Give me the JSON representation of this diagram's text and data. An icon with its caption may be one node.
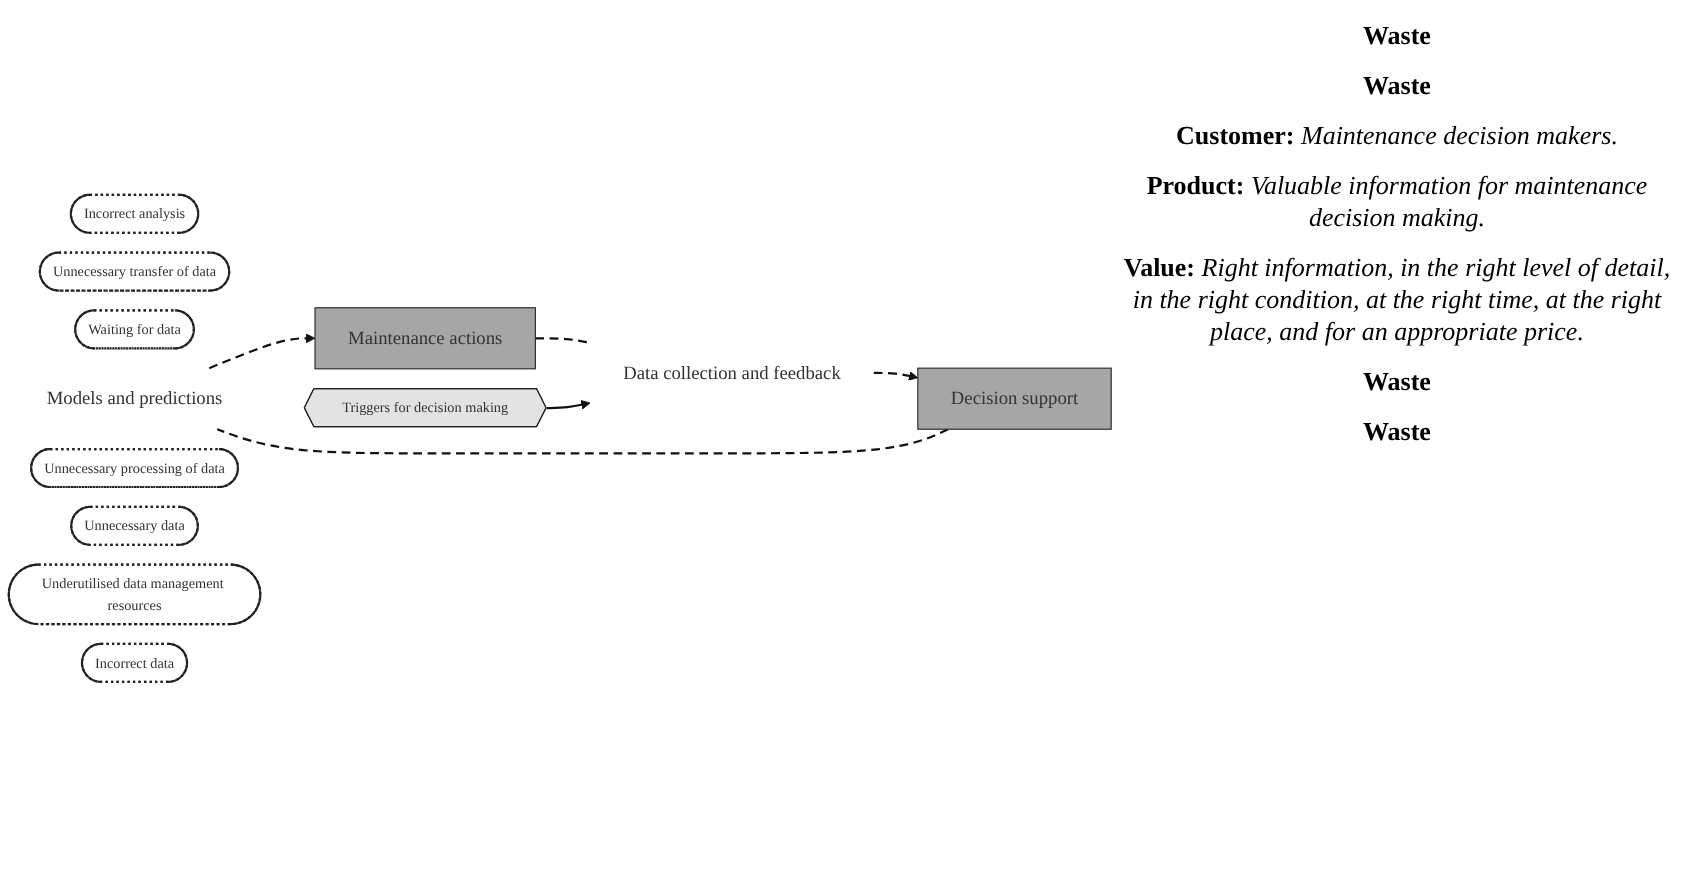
{
  "diagram": {
    "nodes": [
      {
        "text": [
          "Incorrect analysis"
        ]
      },
      {
        "text": [
          "Unnecessary transfer of data"
        ]
      },
      {
        "text": [
          "Waiting for data"
        ]
      },
      {
        "text": [
          "Models and predictions"
        ]
      },
      {
        "text": [
          "Unnecessary processing of data"
        ]
      },
      {
        "text": [
          "Decision support"
        ]
      },
      {
        "text": [
          "Maintenance actions"
        ]
      },
      {
        "text": [
          "Data collection and feedback"
        ]
      },
      {
        "text": [
          "Unnecessary data"
        ]
      },
      {
        "text": [
          "Underutilised data management resources"
        ]
      },
      {
        "text": [
          "Incorrect data"
        ]
      },
      {
        "text": [
          "Triggers for decision making"
        ]
      }
    ],
    "edges": [
      {
        "from": 5,
        "to": 3,
        "arrow": "none",
        "style": "dashed"
      },
      {
        "from": 3,
        "to": 6,
        "arrow": "to",
        "style": "dashed"
      },
      {
        "from": 6,
        "to": 7,
        "arrow": "none",
        "style": "dashed"
      },
      {
        "from": 7,
        "to": 5,
        "arrow": "to",
        "style": "dashed"
      },
      {
        "from": 11,
        "to": 7,
        "arrow": "to"
      }
    ],
    "labels": [
      "Waste",
      "Waste",
      "**Customer:** *Maintenance decision makers.*",
      "**Product:** *Valuable information for maintenance decision making.*",
      "**Value:** *Right information, in the right level of detail, in the right condition, at the right time, at the right place, and for an appropriate price.*",
      "Waste",
      "Waste"
    ]
  }
}
